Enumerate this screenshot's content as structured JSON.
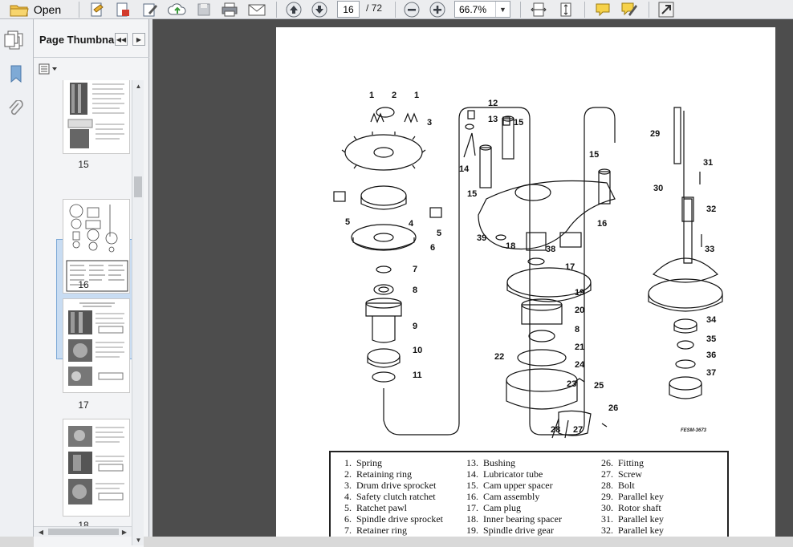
{
  "toolbar": {
    "open_label": "Open",
    "current_page": "16",
    "page_separator": "/",
    "total_pages": "72",
    "zoom": "66.7%"
  },
  "panel": {
    "title": "Page Thumbna...",
    "thumbnails": [
      {
        "label": "15"
      },
      {
        "label": "16"
      },
      {
        "label": "17"
      },
      {
        "label": "18"
      }
    ],
    "selected_page": "16"
  },
  "diagram": {
    "reference": "FESM-3673",
    "callouts": [
      "1",
      "2",
      "1",
      "3",
      "4",
      "5",
      "5",
      "6",
      "7",
      "8",
      "9",
      "10",
      "11",
      "12",
      "13",
      "14",
      "15",
      "15",
      "15",
      "16",
      "17",
      "38",
      "18",
      "39",
      "19",
      "20",
      "8",
      "21",
      "22",
      "23",
      "24",
      "25",
      "26",
      "27",
      "28",
      "29",
      "30",
      "31",
      "32",
      "33",
      "34",
      "35",
      "36",
      "37"
    ]
  },
  "legend": {
    "col1": [
      {
        "num": "1.",
        "text": "Spring"
      },
      {
        "num": "2.",
        "text": "Retaining ring"
      },
      {
        "num": "3.",
        "text": "Drum drive sprocket"
      },
      {
        "num": "4.",
        "text": "Safety clutch ratchet"
      },
      {
        "num": "5.",
        "text": "Ratchet pawl"
      },
      {
        "num": "6.",
        "text": "Spindle drive sprocket"
      },
      {
        "num": "7.",
        "text": "Retainer ring"
      }
    ],
    "col2": [
      {
        "num": "13.",
        "text": "Bushing"
      },
      {
        "num": "14.",
        "text": "Lubricator tube"
      },
      {
        "num": "15.",
        "text": "Cam upper spacer"
      },
      {
        "num": "16.",
        "text": "Cam assembly"
      },
      {
        "num": "17.",
        "text": "Cam plug"
      },
      {
        "num": "18.",
        "text": "Inner bearing spacer"
      },
      {
        "num": "19.",
        "text": "Spindle drive gear"
      }
    ],
    "col3": [
      {
        "num": "26.",
        "text": "Fitting"
      },
      {
        "num": "27.",
        "text": "Screw"
      },
      {
        "num": "28.",
        "text": "Bolt"
      },
      {
        "num": "29.",
        "text": "Parallel key"
      },
      {
        "num": "30.",
        "text": "Rotor shaft"
      },
      {
        "num": "31.",
        "text": "Parallel key"
      },
      {
        "num": "32.",
        "text": "Parallel key"
      }
    ]
  }
}
